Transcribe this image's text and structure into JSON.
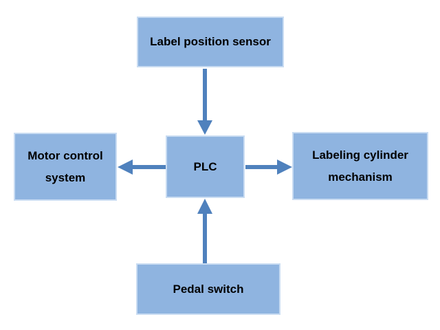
{
  "colors": {
    "background": "#FFFFFF",
    "node_fill": "#8FB4E0",
    "node_border": "#C9DCF2",
    "arrow": "#4F81BD",
    "text": "#000000"
  },
  "nodes": {
    "sensor": {
      "label": "Label position sensor"
    },
    "motor": {
      "label": "Motor control system"
    },
    "plc": {
      "label": "PLC"
    },
    "cylinder": {
      "label": "Labeling cylinder mechanism"
    },
    "pedal": {
      "label": "Pedal switch"
    }
  },
  "edges": [
    {
      "from": "sensor",
      "to": "plc",
      "direction": "down"
    },
    {
      "from": "plc",
      "to": "motor",
      "direction": "left"
    },
    {
      "from": "plc",
      "to": "cylinder",
      "direction": "right"
    },
    {
      "from": "pedal",
      "to": "plc",
      "direction": "up"
    }
  ]
}
